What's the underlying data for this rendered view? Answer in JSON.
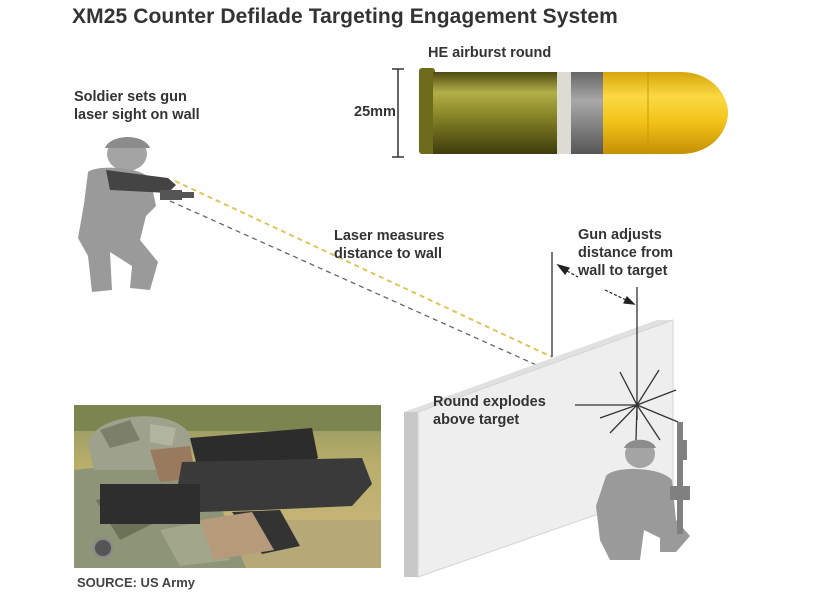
{
  "title": "XM25 Counter Defilade Targeting Engagement System",
  "labels": {
    "round": "HE airburst round",
    "caliber": "25mm",
    "soldier_line1": "Soldier sets gun",
    "soldier_line2": "laser sight on wall",
    "laser_line1": "Laser measures",
    "laser_line2": "distance to wall",
    "gun_line1": "Gun adjusts",
    "gun_line2": "distance from",
    "gun_line3": "wall to target",
    "explode_line1": "Round explodes",
    "explode_line2": "above target"
  },
  "source": "SOURCE: US Army",
  "colors": {
    "casing": "#8c8a2a",
    "warhead": "#f2c419",
    "silhouette": "#9a9a9a",
    "laser": "#e0c45a",
    "wall_front": "#eeeeee"
  }
}
